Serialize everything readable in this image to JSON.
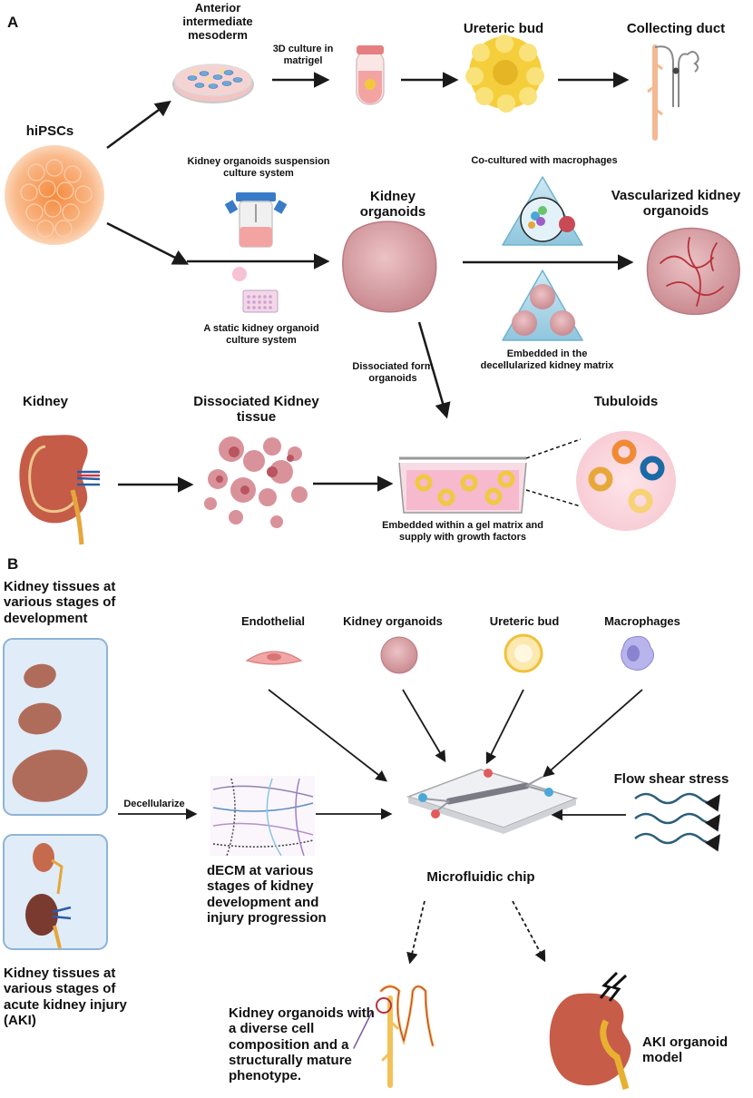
{
  "panel_a": {
    "letter": "A",
    "hipscs": "hiPSCs",
    "anterior_mesoderm": "Anterior intermediate mesoderm",
    "culture_3d": "3D culture in matrigel",
    "ureteric_bud": "Ureteric bud",
    "collecting_duct": "Collecting duct",
    "suspension_system": "Kidney organoids suspension culture system",
    "static_system": "A static kidney organoid culture system",
    "kidney_organoids": "Kidney organoids",
    "cocultured": "Co-cultured with macrophages",
    "vascularized": "Vascularized kidney organoids",
    "embedded_decell": "Embedded in the decellularized kidney matrix",
    "dissociated_form": "Dissociated form organoids",
    "kidney": "Kidney",
    "dissociated_tissue": "Dissociated Kidney tissue",
    "tubuloids": "Tubuloids",
    "embedded_gel": "Embedded within a gel matrix and supply with growth factors"
  },
  "panel_b": {
    "letter": "B",
    "dev_stages": "Kidney tissues at various stages of development",
    "aki_stages": "Kidney tissues at various stages of acute kidney injury (AKI)",
    "decellularize": "Decellularize",
    "decm": "dECM  at various stages of kidney development and injury progression",
    "endothelial": "Endothelial",
    "kidney_organoids": "Kidney organoids",
    "ureteric_bud": "Ureteric bud",
    "macrophages": "Macrophages",
    "flow_shear": "Flow shear stress",
    "microfluidic": "Microfluidic chip",
    "diverse_organoids": "Kidney organoids with a diverse cell composition and a structurally mature phenotype.",
    "aki_model": "AKI organoid model"
  },
  "colors": {
    "arrow": "#1a1a1a",
    "organoid": "#d9a4a9",
    "hipsc": "#f7a86a",
    "bud": "#f2c93a",
    "kidney": "#b85a4a",
    "gel": "#a8d4e6",
    "wave": "#2b5f7a"
  }
}
